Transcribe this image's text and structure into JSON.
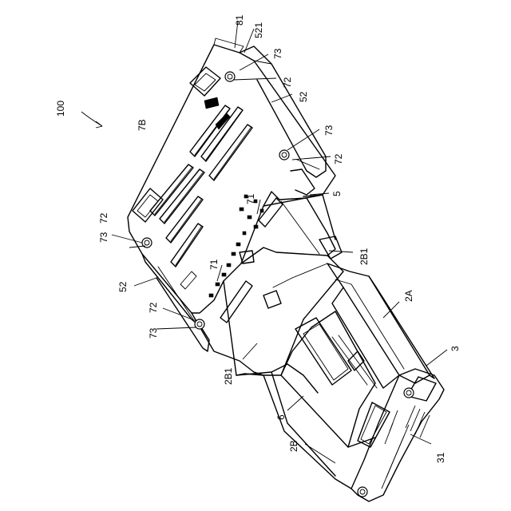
{
  "figure": {
    "labels": {
      "l100": "100",
      "l81": "81",
      "l521": "521",
      "l73a": "73",
      "l72a": "72",
      "l52a": "52",
      "l7B": "7B",
      "l73b": "73",
      "l72b": "72",
      "l5": "5",
      "l71a": "71",
      "l2B1a": "2B1",
      "l73c": "73",
      "l72c": "72",
      "l52b": "52",
      "l71b": "71",
      "l72d": "72",
      "l73d": "73",
      "l2A": "2A",
      "l2B1b": "2B1",
      "l3": "3",
      "l6": "6",
      "l2B": "2B",
      "l31": "31"
    }
  }
}
